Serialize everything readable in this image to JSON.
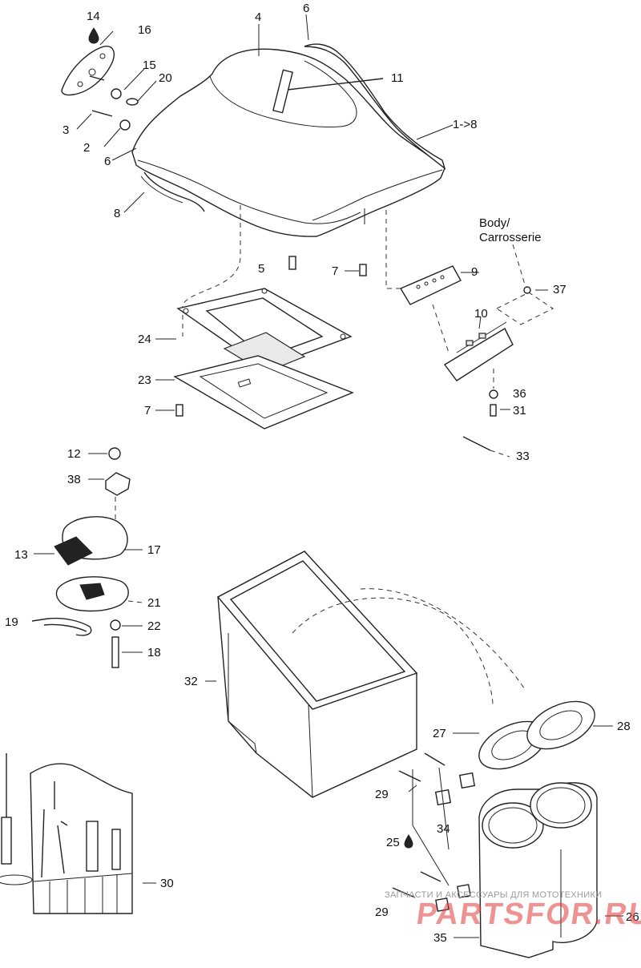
{
  "diagram": {
    "callouts": [
      "14",
      "16",
      "15",
      "20",
      "3",
      "2",
      "6",
      "6",
      "4",
      "11",
      "1->8",
      "8",
      "5",
      "7",
      "9",
      "24",
      "23",
      "7",
      "10",
      "37",
      "36",
      "31",
      "33",
      "12",
      "38",
      "13",
      "17",
      "21",
      "19",
      "22",
      "18",
      "32",
      "27",
      "28",
      "29",
      "25",
      "34",
      "29",
      "35",
      "26",
      "30"
    ],
    "body_note_line1": "Body/",
    "body_note_line2": "Carrosserie",
    "watermark_small": "ЗАПЧАСТИ И АКСЕССУАРЫ ДЛЯ МОТОТЕХНИКИ",
    "watermark_large": "PARTSFOR.RU"
  },
  "icons": {
    "oil_drop": "oil-drop-icon"
  }
}
